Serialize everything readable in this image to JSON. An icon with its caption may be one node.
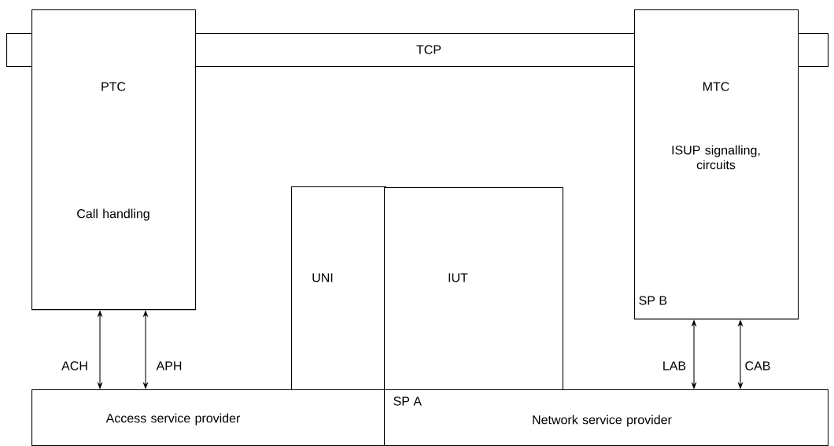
{
  "diagram": {
    "nodes": [
      {
        "text": [
          "TCP"
        ]
      },
      {
        "text": [
          "PTC",
          "Call handling"
        ]
      },
      {
        "text": [
          "MTC",
          "ISUP signalling, circuits",
          "SP B"
        ]
      },
      {
        "text": [
          "UNI"
        ]
      },
      {
        "text": [
          "IUT"
        ]
      },
      {
        "text": [
          "Access service provider"
        ]
      },
      {
        "text": [
          "Network service provider"
        ]
      }
    ],
    "edges": [
      {
        "from": 1,
        "to": 5,
        "arrow": "both",
        "label": "ACH"
      },
      {
        "from": 1,
        "to": 5,
        "arrow": "both",
        "label": "APH"
      },
      {
        "from": 2,
        "to": 6,
        "arrow": "both",
        "label": "LAB"
      },
      {
        "from": 2,
        "to": 6,
        "arrow": "both",
        "label": "CAB"
      }
    ],
    "labels": [
      "SP A"
    ]
  }
}
